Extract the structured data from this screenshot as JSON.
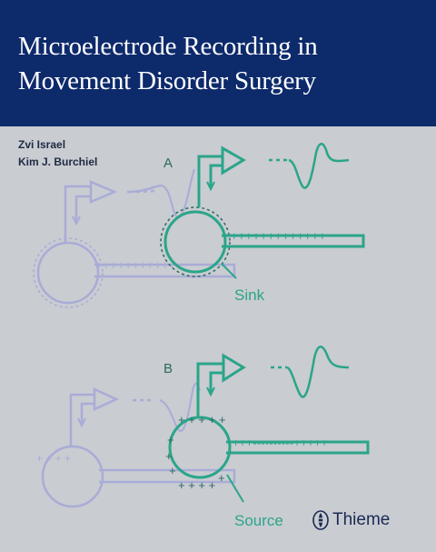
{
  "cover": {
    "title": "Microelectrode Recording in Movement Disorder Surgery",
    "authors": [
      "Zvi Israel",
      "Kim J. Burchiel"
    ],
    "publisher": "Thieme",
    "colors": {
      "band": "#0d2a6b",
      "background": "#c9ccd1",
      "accent": "#2aa58a",
      "faded": "#a9acd6"
    }
  },
  "figure": {
    "panel_a_label": "A",
    "panel_b_label": "B",
    "sink_label": "Sink",
    "source_label": "Source",
    "plus_row_a": "+++++++++++++",
    "plus_row_a_faded": "+++++++++++",
    "plus_row_b": "+++----------+++++"
  }
}
